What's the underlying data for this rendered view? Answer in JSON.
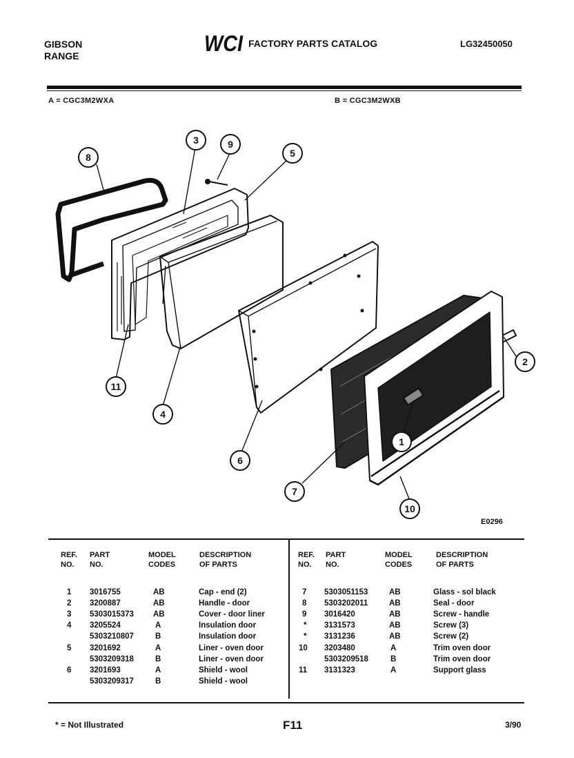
{
  "header": {
    "brand_line1": "GIBSON",
    "brand_line2": "RANGE",
    "logo_text": "WCI",
    "catalog_title": "FACTORY PARTS CATALOG",
    "catalog_number": "LG32450050"
  },
  "models": {
    "a": "A = CGC3M2WXA",
    "b": "B = CGC3M2WXB"
  },
  "diagram": {
    "code": "E0296",
    "callouts": [
      "8",
      "3",
      "9",
      "5",
      "11",
      "4",
      "6",
      "2",
      "1",
      "7",
      "10"
    ]
  },
  "table": {
    "headers": {
      "ref": [
        "REF.",
        "NO."
      ],
      "part": [
        "PART",
        "NO."
      ],
      "model": [
        "MODEL",
        "CODES"
      ],
      "desc": [
        "DESCRIPTION",
        "OF PARTS"
      ]
    },
    "left_rows": [
      {
        "ref": "1",
        "part": "3016755",
        "model": "AB",
        "desc": "Cap - end (2)"
      },
      {
        "ref": "2",
        "part": "3200887",
        "model": "AB",
        "desc": "Handle - door"
      },
      {
        "ref": "3",
        "part": "5303015373",
        "model": "AB",
        "desc": "Cover - door liner"
      },
      {
        "ref": "4",
        "part": "3205524",
        "model": "A",
        "desc": "Insulation door"
      },
      {
        "ref": "",
        "part": "5303210807",
        "model": "B",
        "desc": "Insulation door"
      },
      {
        "ref": "5",
        "part": "3201692",
        "model": "A",
        "desc": "Liner - oven door"
      },
      {
        "ref": "",
        "part": "5303209318",
        "model": "B",
        "desc": "Liner - oven door"
      },
      {
        "ref": "6",
        "part": "3201693",
        "model": "A",
        "desc": "Shield - wool"
      },
      {
        "ref": "",
        "part": "5303209317",
        "model": "B",
        "desc": "Shield - wool"
      }
    ],
    "right_rows": [
      {
        "ref": "7",
        "part": "5303051153",
        "model": "AB",
        "desc": "Glass - sol black"
      },
      {
        "ref": "8",
        "part": "5303202011",
        "model": "AB",
        "desc": "Seal - door"
      },
      {
        "ref": "9",
        "part": "3016420",
        "model": "AB",
        "desc": "Screw - handle"
      },
      {
        "ref": "*",
        "part": "3131573",
        "model": "AB",
        "desc": "Screw (3)"
      },
      {
        "ref": "*",
        "part": "3131236",
        "model": "AB",
        "desc": "Screw (2)"
      },
      {
        "ref": "10",
        "part": "3203480",
        "model": "A",
        "desc": "Trim oven door"
      },
      {
        "ref": "",
        "part": "5303209518",
        "model": "B",
        "desc": "Trim oven door"
      },
      {
        "ref": "11",
        "part": "3131323",
        "model": "A",
        "desc": "Support glass"
      }
    ]
  },
  "footer": {
    "note": "* = Not Illustrated",
    "page": "F11",
    "date": "3/90"
  }
}
